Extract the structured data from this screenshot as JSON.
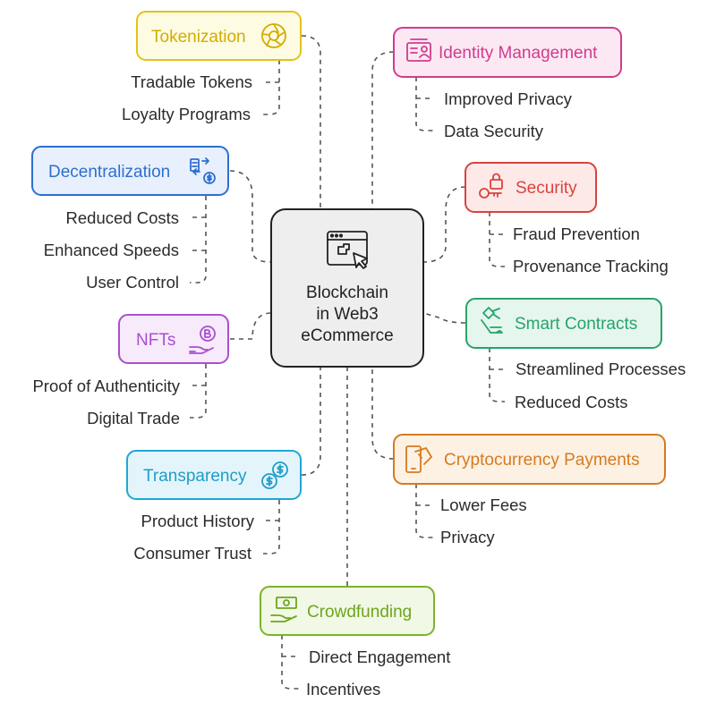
{
  "center": {
    "lines": [
      "Blockchain",
      "in Web3",
      "eCommerce"
    ]
  },
  "nodes": {
    "tokenization": {
      "label": "Tokenization",
      "items": [
        "Tradable Tokens",
        "Loyalty Programs"
      ],
      "color": "#e4c21a",
      "fill": "#fefbe3"
    },
    "decentralization": {
      "label": "Decentralization",
      "items": [
        "Reduced Costs",
        "Enhanced Speeds",
        "User Control"
      ],
      "color": "#2f6fcf",
      "fill": "#e7f0fc"
    },
    "nfts": {
      "label": "NFTs",
      "items": [
        "Proof of Authenticity",
        "Digital Trade"
      ],
      "color": "#a94fd0",
      "fill": "#f6eafb"
    },
    "transparency": {
      "label": "Transparency",
      "items": [
        "Product History",
        "Consumer Trust"
      ],
      "color": "#1fa7d4",
      "fill": "#e3f5fb"
    },
    "crowdfunding": {
      "label": "Crowdfunding",
      "items": [
        "Direct Engagement",
        "Incentives"
      ],
      "color": "#7cb32a",
      "fill": "#f1f8e5"
    },
    "identity": {
      "label": "Identity Management",
      "items": [
        "Improved Privacy",
        "Data Security"
      ],
      "color": "#cf3c8e",
      "fill": "#fce8f3"
    },
    "security": {
      "label": "Security",
      "items": [
        "Fraud Prevention",
        "Provenance Tracking"
      ],
      "color": "#d8433e",
      "fill": "#fde9e8"
    },
    "smart": {
      "label": "Smart Contracts",
      "items": [
        "Streamlined Processes",
        "Reduced Costs"
      ],
      "color": "#27a36a",
      "fill": "#e5f6ee"
    },
    "crypto": {
      "label": "Cryptocurrency Payments",
      "items": [
        "Lower Fees",
        "Privacy"
      ],
      "color": "#d57b1f",
      "fill": "#fdf1e4"
    }
  },
  "icons": {
    "tokenization": "aperture-icon",
    "decentralization": "exchange-icon",
    "nfts": "coin-hand-icon",
    "transparency": "dollar-coins-icon",
    "crowdfunding": "cash-hand-icon",
    "identity": "id-card-icon",
    "security": "key-lock-icon",
    "smart": "contract-signature-icon",
    "crypto": "mobile-payment-icon",
    "center": "browser-cursor-icon"
  }
}
